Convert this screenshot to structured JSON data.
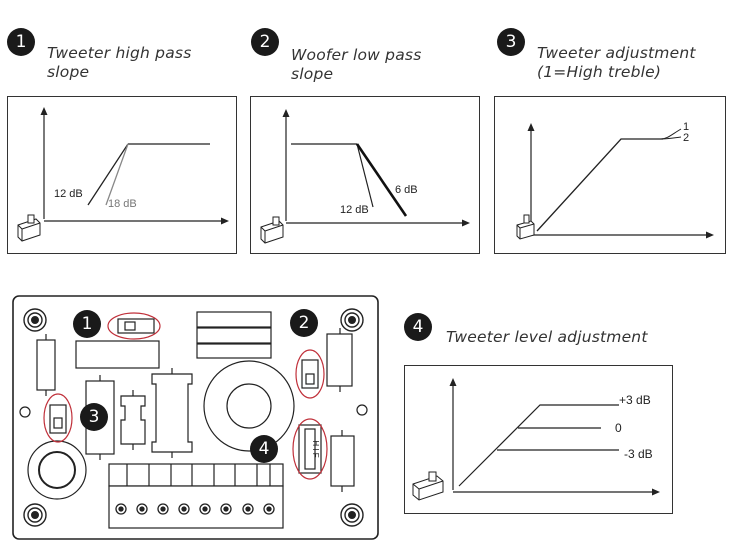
{
  "panels": [
    {
      "number": "1",
      "caption_line1": "Tweeter high pass",
      "caption_line2": "slope",
      "labels": [
        "12 dB",
        "18 dB"
      ]
    },
    {
      "number": "2",
      "caption_line1": "Woofer low pass",
      "caption_line2": "slope",
      "labels": [
        "6 dB",
        "12 dB"
      ]
    },
    {
      "number": "3",
      "caption_line1": "Tweeter adjustment",
      "caption_line2": "(1=High treble)",
      "labels": [
        "1",
        "2"
      ]
    }
  ],
  "board": {
    "markers": [
      "1",
      "2",
      "3",
      "4"
    ],
    "switch_label": "H I F"
  },
  "level_panel": {
    "number": "4",
    "caption": "Tweeter level adjustment",
    "levels": [
      "+3 dB",
      "0",
      "-3 dB"
    ]
  }
}
